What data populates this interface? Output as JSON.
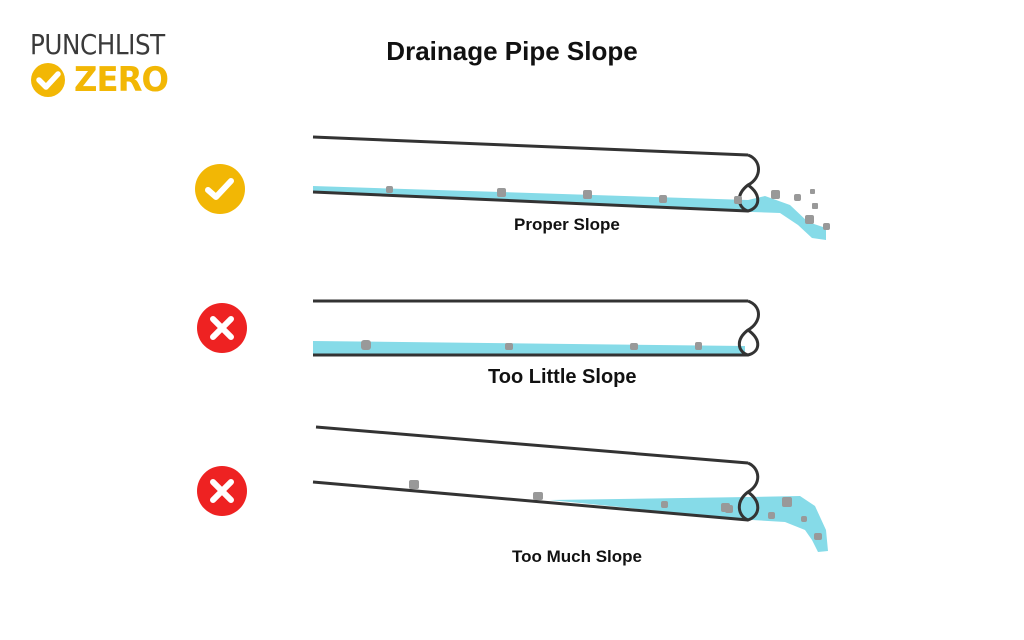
{
  "brand": {
    "line1": "PUNCHLIST",
    "line2": "ZERO",
    "accent_color": "#f2b705",
    "text_color": "#3a3a3a"
  },
  "title": "Drainage Pipe Slope",
  "colors": {
    "water": "#86dbe8",
    "pipe": "#333333",
    "debris": "#999999",
    "good": "#f2b705",
    "bad": "#ee2222"
  },
  "examples": [
    {
      "label": "Proper Slope",
      "status": "correct",
      "icon": "check-circle-icon"
    },
    {
      "label": "Too Little Slope",
      "status": "incorrect",
      "icon": "x-circle-icon"
    },
    {
      "label": "Too Much Slope",
      "status": "incorrect",
      "icon": "x-circle-icon"
    }
  ]
}
